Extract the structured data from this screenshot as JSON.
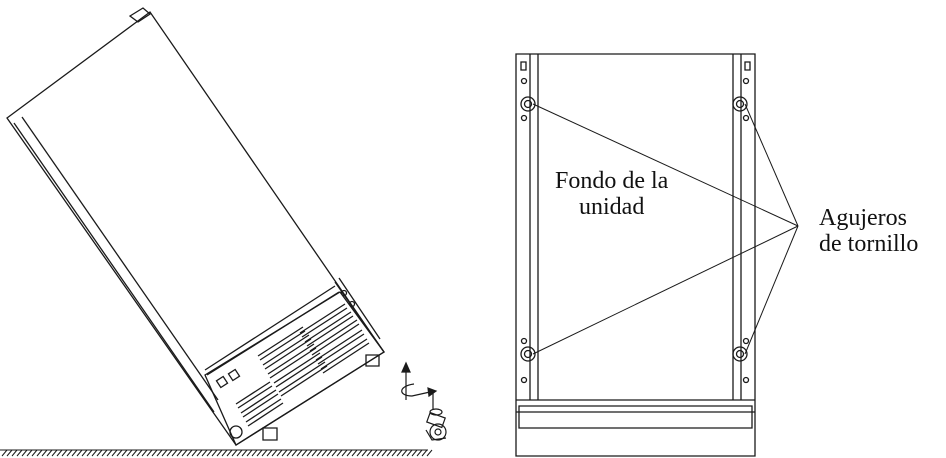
{
  "labels": {
    "unit_bottom_line1": "Fondo de la",
    "unit_bottom_line2": "unidad",
    "screw_holes_line1": "Agujeros",
    "screw_holes_line2": "de tornillo"
  },
  "colors": {
    "stroke": "#1a1a1a",
    "background": "#ffffff"
  },
  "icons": {
    "caster": "caster-wheel-icon",
    "rotate_arrow": "rotate-arrow-icon"
  }
}
